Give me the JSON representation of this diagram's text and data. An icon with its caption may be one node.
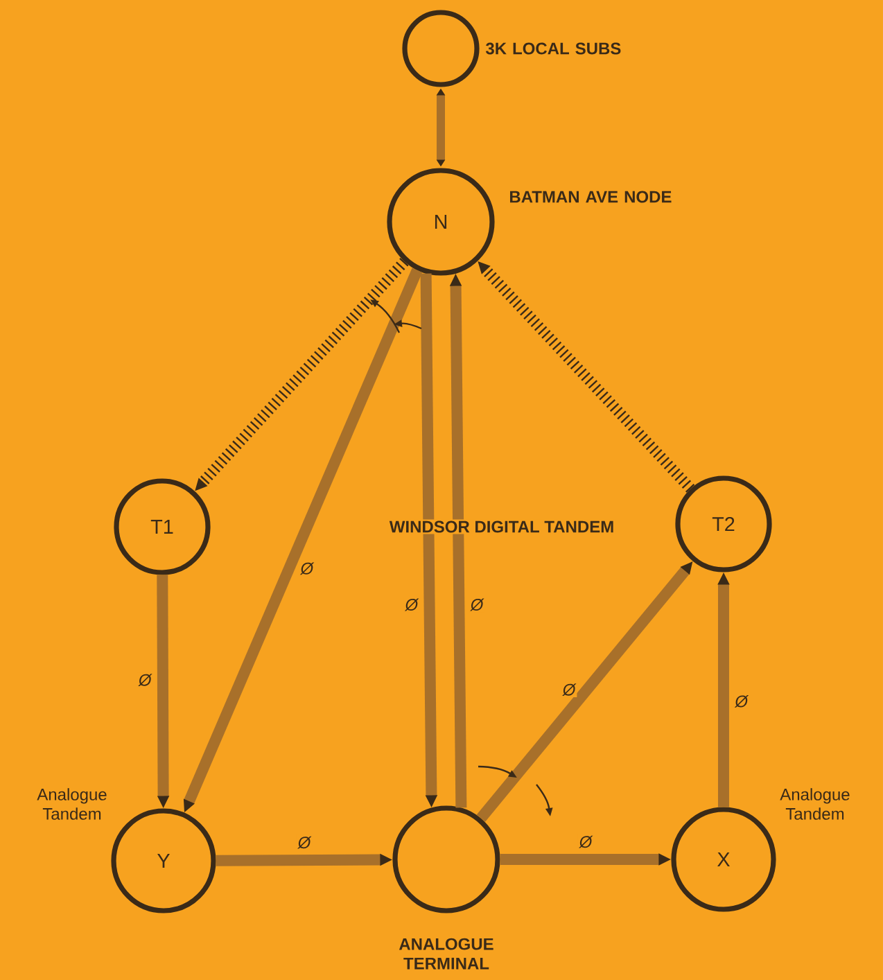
{
  "diagram": {
    "nodes": [
      {
        "text": [],
        "shape": "circle",
        "beside": [
          "3K LOCAL SUBS"
        ]
      },
      {
        "text": [
          "N"
        ],
        "beside": [
          "BATMAN AVE NODE"
        ]
      },
      {
        "text": [
          "T1"
        ]
      },
      {
        "text": [
          "T2"
        ]
      },
      {
        "text": [
          "Y"
        ],
        "beside": [
          "Analogue Tandem"
        ]
      },
      {
        "text": [],
        "shape": "circle",
        "beside": [
          "ANALOGUE TERMINAL"
        ]
      },
      {
        "text": [
          "X"
        ],
        "beside": [
          "Analogue Tandem"
        ]
      }
    ],
    "edges": [
      {
        "from": 0,
        "to": 1,
        "arrow": "both"
      },
      {
        "from": 1,
        "to": 2,
        "arrow": "to",
        "style": "dashed",
        "color": "#3a2a18"
      },
      {
        "from": 3,
        "to": 1,
        "arrow": "to",
        "style": "dashed",
        "color": "#3a2a18"
      },
      {
        "from": 1,
        "to": 4,
        "arrow": "to",
        "label": "Ø"
      },
      {
        "from": 1,
        "to": 5,
        "arrow": "to",
        "label": "Ø"
      },
      {
        "from": 5,
        "to": 1,
        "arrow": "to",
        "label": "Ø"
      },
      {
        "from": 2,
        "to": 4,
        "arrow": "to",
        "label": "Ø"
      },
      {
        "from": 4,
        "to": 5,
        "arrow": "to",
        "label": "Ø"
      },
      {
        "from": 5,
        "to": 3,
        "arrow": "to",
        "label": "Ø"
      },
      {
        "from": 5,
        "to": 6,
        "arrow": "to",
        "label": "Ø"
      },
      {
        "from": 6,
        "to": 3,
        "arrow": "to",
        "label": "Ø"
      }
    ],
    "labels": [
      "WINDSOR DIGITAL TANDEM"
    ]
  }
}
